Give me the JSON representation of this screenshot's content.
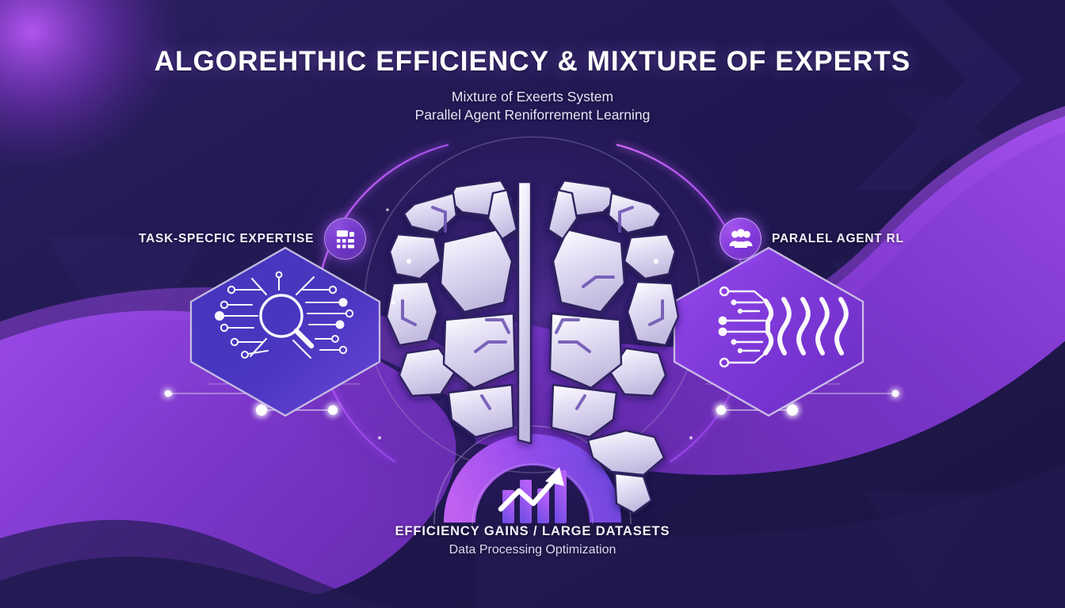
{
  "header": {
    "title": "ALGOREHTHIC EFFICIENCY & MIXTURE OF EXPERTS",
    "subtitle_line1": "Mixture of Exeerts System",
    "subtitle_line2": "Parallel Agent Reniforrement Learning"
  },
  "nodes": {
    "left": {
      "label": "TASK-SPECFIC EXPERTISE",
      "badge_icon": "calculator-grid-icon",
      "hex_icon": "magnifier-circuit-icon"
    },
    "right": {
      "label": "PARALEL AGENT RL",
      "badge_icon": "group-people-icon",
      "hex_icon": "parallel-circuit-lines-icon"
    },
    "bottom": {
      "caption_main": "EFFICIENCY GAINS / LARGE DATASETS",
      "caption_sub": "Data Processing Optimization",
      "gauge_icon": "gauge-arc-icon",
      "chart_icon": "bar-chart-growth-arrow-icon"
    }
  },
  "center": {
    "illustration": "faceted-brain-icon",
    "ring_outer": "glow-ring-arc",
    "ring_inner": "faint-ring"
  },
  "colors": {
    "bg_deep": "#1e1747",
    "bg_dark": "#241a52",
    "wave_purple": "#8b3fd6",
    "wave_purple_light": "#a24ff0",
    "accent_magenta": "#c04ff5",
    "hex_left_fill": "#3f31b0",
    "hex_right_fill": "#7a36d4",
    "hex_border": "#cfc9e6",
    "text_primary": "#ffffff",
    "text_secondary": "#e7e2f7",
    "node_dot": "#ffffff"
  }
}
